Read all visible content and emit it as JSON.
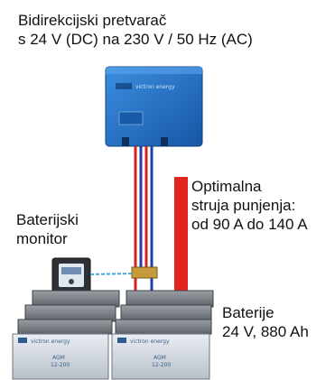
{
  "title": {
    "line1": "Bidirekcijski pretvarač",
    "line2": "s 24 V (DC) na 230 V / 50 Hz (AC)"
  },
  "charge_current": {
    "line1": "Optimalna",
    "line2": "struja punjenja:",
    "line3": "od 90 A do 140 A"
  },
  "monitor": {
    "line1": "Baterijski",
    "line2": "monitor"
  },
  "batteries": {
    "line1": "Baterije",
    "line2": "24 V, 880 Ah"
  },
  "devices": {
    "inverter_brand": "victron energy",
    "battery_model": "AGM",
    "battery_spec": "12-200"
  },
  "colors": {
    "inverter_blue": "#1f6fc4",
    "arrow_red": "#e5231f",
    "cable_red": "#d42020",
    "cable_blue": "#1d3fa8"
  }
}
